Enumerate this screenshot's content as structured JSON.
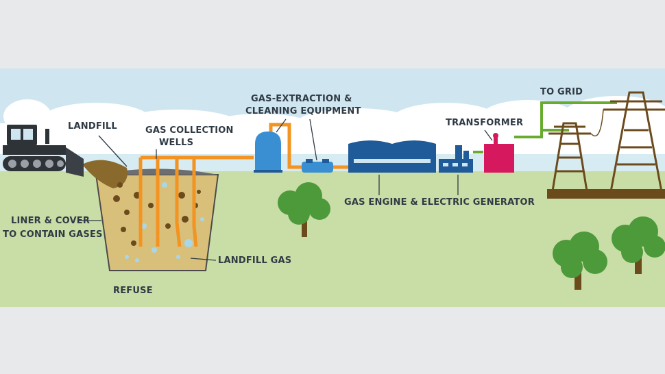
{
  "labels": {
    "landfill": "LANDFILL",
    "gas_collection_line1": "GAS COLLECTION",
    "gas_collection_line2": "WELLS",
    "gas_extraction_line1": "GAS-EXTRACTION &",
    "gas_extraction_line2": "CLEANING EQUIPMENT",
    "transformer": "TRANSFORMER",
    "to_grid": "TO GRID",
    "liner_line1": "LINER & COVER",
    "liner_line2": "TO CONTAIN GASES",
    "gas_engine": "GAS ENGINE & ELECTRIC GENERATOR",
    "landfill_gas": "LANDFILL GAS",
    "refuse": "REFUSE"
  },
  "colors": {
    "page_background": "#e8e9ea",
    "sky": "#cfe6f1",
    "cloud": "#ffffff",
    "ground": "#c9dda6",
    "refuse_fill": "#d8c07a",
    "gas_pipe": "#f39321",
    "grid_line": "#67ab2f",
    "equipment_blue": "#1f5a99",
    "tank_blue": "#3a8fd2",
    "transformer": "#d6195e",
    "tower": "#6b4a1c",
    "tree_green": "#4d9a3a",
    "label_text": "#2f3a44"
  }
}
